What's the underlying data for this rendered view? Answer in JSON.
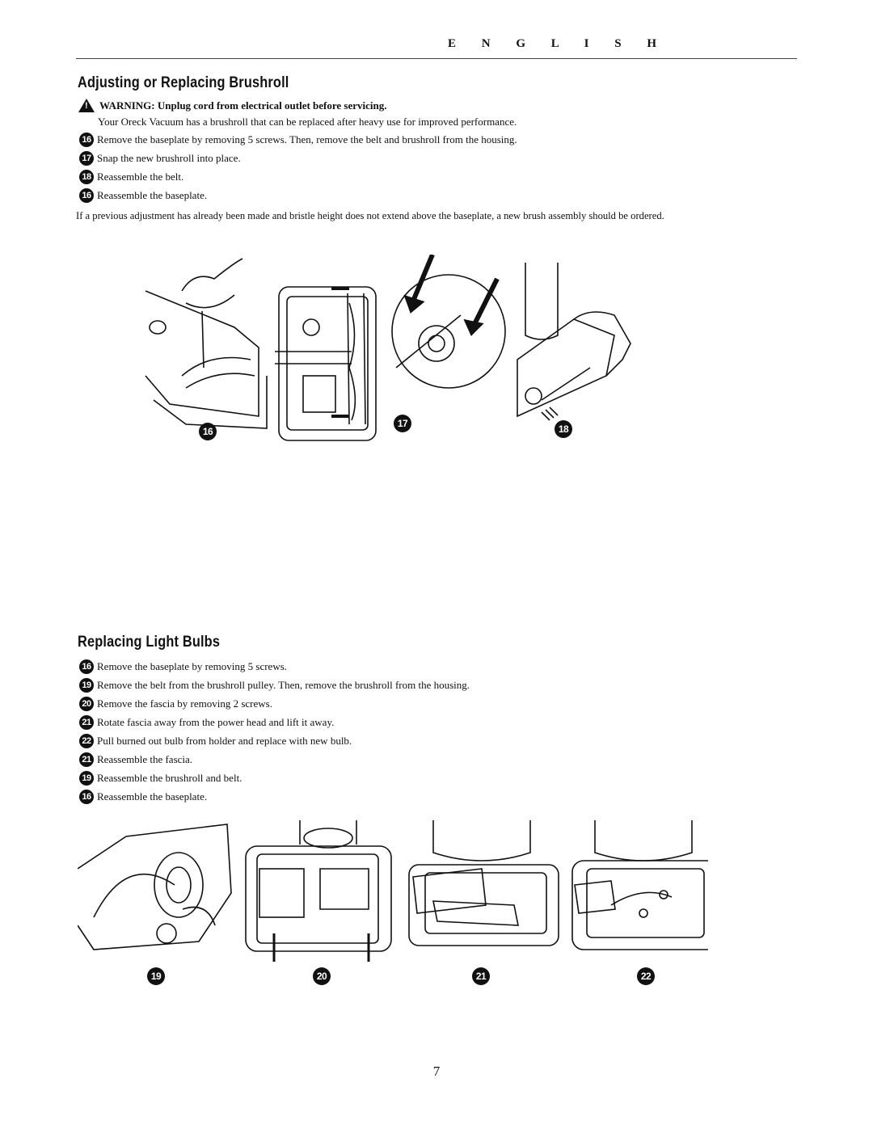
{
  "header": {
    "language": "E N G L I S H"
  },
  "section1": {
    "title": "Adjusting or Replacing Brushroll",
    "warning": "WARNING: Unplug cord from electrical outlet before servicing.",
    "intro": "Your Oreck Vacuum has a brushroll that can be replaced after heavy use for improved performance.",
    "steps": [
      {
        "num": "16",
        "text": "Remove the baseplate by removing 5 screws. Then, remove the belt and brushroll from the housing."
      },
      {
        "num": "17",
        "text": "Snap the new brushroll into place."
      },
      {
        "num": "18",
        "text": "Reassemble the belt."
      },
      {
        "num": "16",
        "text": "Reassemble the baseplate."
      }
    ],
    "note": "If a previous adjustment has already been made and bristle height does not extend above the baseplate, a new brush assembly should be ordered.",
    "figure_labels": [
      "16",
      "17",
      "18"
    ]
  },
  "section2": {
    "title": "Replacing Light Bulbs",
    "steps": [
      {
        "num": "16",
        "text": "Remove the baseplate by removing 5 screws."
      },
      {
        "num": "19",
        "text": "Remove the belt from the brushroll pulley. Then, remove the brushroll from the housing."
      },
      {
        "num": "20",
        "text": "Remove the fascia by removing 2 screws."
      },
      {
        "num": "21",
        "text": "Rotate fascia away from the power head and lift it away."
      },
      {
        "num": "22",
        "text": "Pull burned out bulb from holder and replace with new bulb."
      },
      {
        "num": "21",
        "text": "Reassemble the fascia."
      },
      {
        "num": "19",
        "text": "Reassemble the brushroll and belt."
      },
      {
        "num": "16",
        "text": "Reassemble the baseplate."
      }
    ],
    "figure_labels": [
      "19",
      "20",
      "21",
      "22"
    ]
  },
  "footer": {
    "page_number": "7"
  }
}
